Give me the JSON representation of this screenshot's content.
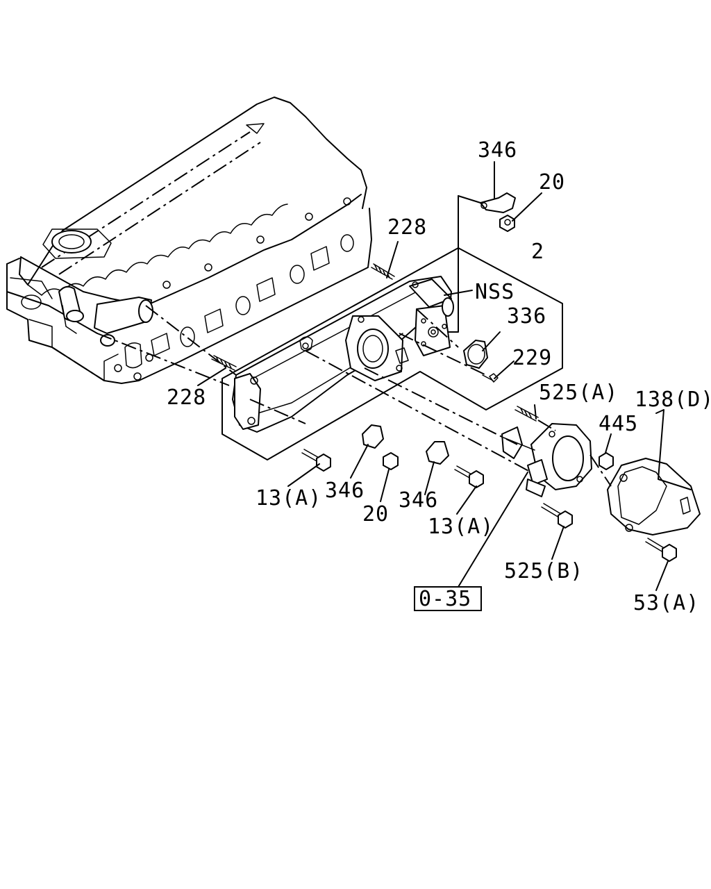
{
  "callouts": {
    "c346_top": "346",
    "c20_top": "20",
    "c228_top": "228",
    "c2": "2",
    "cNSS": "NSS",
    "c336": "336",
    "c229": "229",
    "c228_left": "228",
    "c525a": "525(A)",
    "c138d": "138(D)",
    "c445": "445",
    "c13a_left": "13(A)",
    "c346_mid": "346",
    "c20_mid": "20",
    "c346_right": "346",
    "c13a_right": "13(A)",
    "c525b": "525(B)",
    "c53a": "53(A)",
    "ref": "0-35"
  },
  "colors": {
    "ink": "#000000",
    "paper": "#ffffff"
  }
}
